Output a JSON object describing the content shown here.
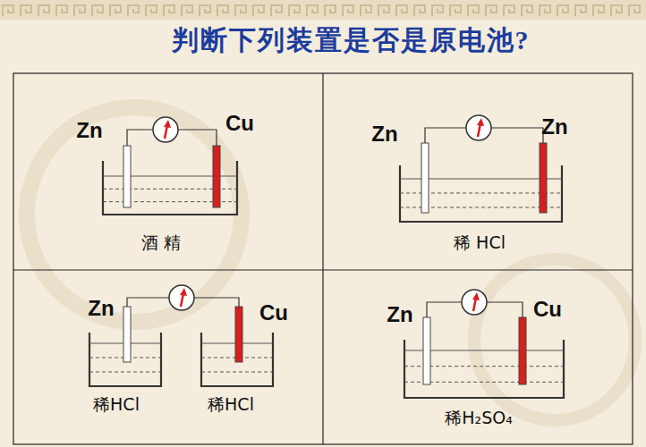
{
  "diagram": {
    "title": "判断下列装置是否是原电池?",
    "labels": [
      "Zn",
      "Cu",
      "酒 精",
      "Zn",
      "Zn",
      "稀 HCl",
      "Zn",
      "Cu",
      "稀HCl",
      "稀HCl",
      "Zn",
      "Cu",
      "稀H₂SO₄"
    ]
  }
}
